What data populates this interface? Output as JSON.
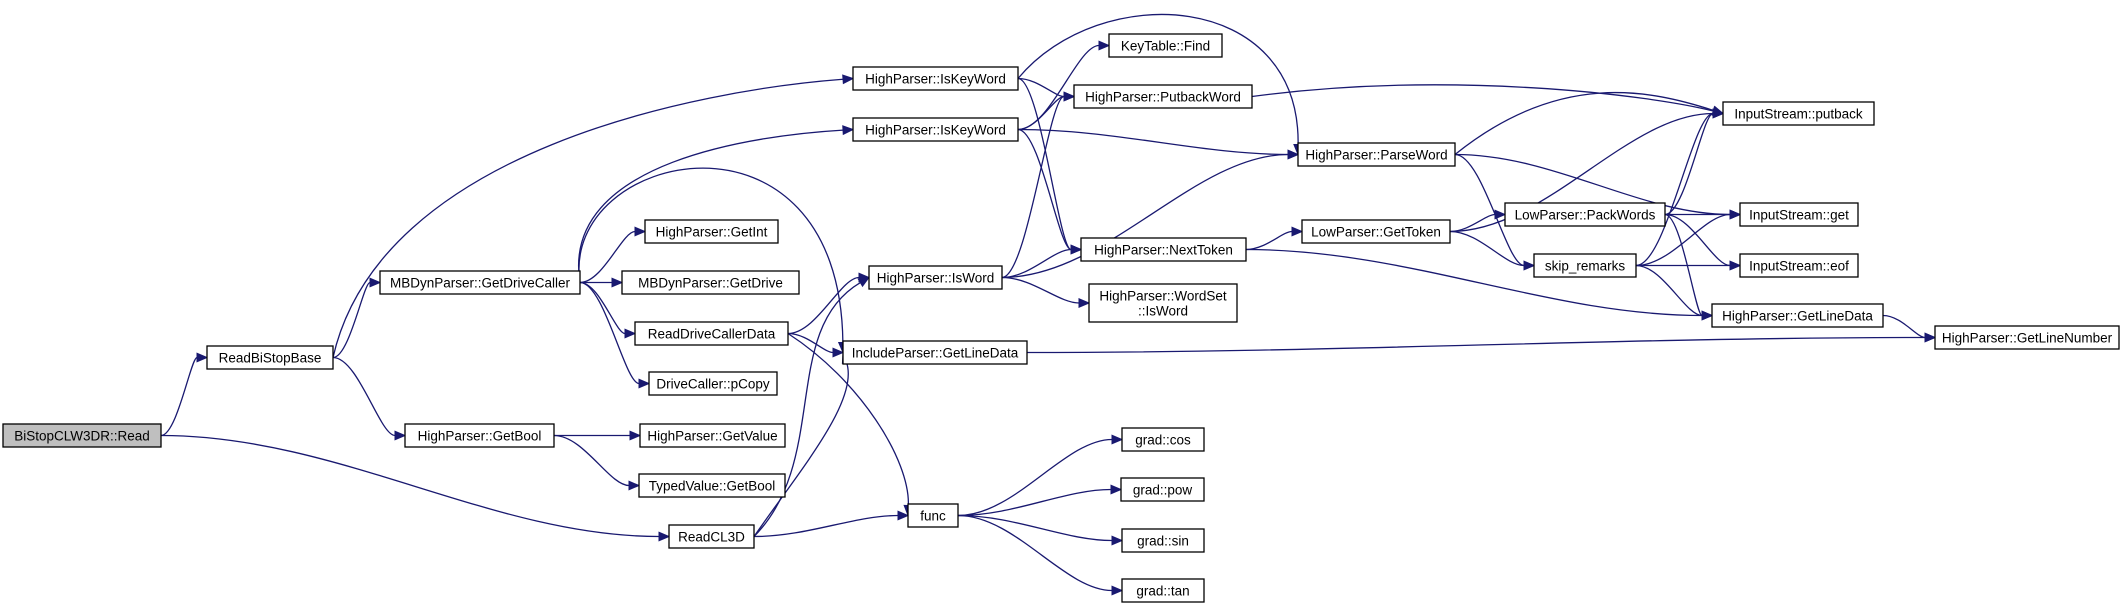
{
  "title": "",
  "colors": {
    "edge": "#191970",
    "node_border": "#000000",
    "root_fill": "#bfbfbf",
    "node_fill": "#ffffff"
  },
  "nodes": {
    "root": [
      "BiStopCLW3DR::Read"
    ],
    "readbistopbase": [
      "ReadBiStopBase"
    ],
    "readcl3d": [
      "ReadCL3D"
    ],
    "getdrivecaller": [
      "MBDynParser::GetDriveCaller"
    ],
    "getbool": [
      "HighParser::GetBool"
    ],
    "iskeyword1": [
      "HighParser::IsKeyWord"
    ],
    "iskeyword2": [
      "HighParser::IsKeyWord"
    ],
    "getint": [
      "HighParser::GetInt"
    ],
    "getdrive": [
      "MBDynParser::GetDrive"
    ],
    "readdrivecallerdata": [
      "ReadDriveCallerData"
    ],
    "pcopy": [
      "DriveCaller::pCopy"
    ],
    "getvalue": [
      "HighParser::GetValue"
    ],
    "typedgetbool": [
      "TypedValue::GetBool"
    ],
    "func": [
      "func"
    ],
    "isword": [
      "HighParser::IsWord"
    ],
    "includegetlinedata": [
      "IncludeParser::GetLineData"
    ],
    "keytablefind": [
      "KeyTable::Find"
    ],
    "putbackword": [
      "HighParser::PutbackWord"
    ],
    "nexttoken": [
      "HighParser::NextToken"
    ],
    "wordsetisword": [
      "HighParser::WordSet",
      "::IsWord"
    ],
    "gradcos": [
      "grad::cos"
    ],
    "gradpow": [
      "grad::pow"
    ],
    "gradsin": [
      "grad::sin"
    ],
    "gradtan": [
      "grad::tan"
    ],
    "parseword": [
      "HighParser::ParseWord"
    ],
    "gettoken": [
      "LowParser::GetToken"
    ],
    "packwords": [
      "LowParser::PackWords"
    ],
    "skipremarks": [
      "skip_remarks"
    ],
    "putback": [
      "InputStream::putback"
    ],
    "get": [
      "InputStream::get"
    ],
    "eof": [
      "InputStream::eof"
    ],
    "highgetlinedata": [
      "HighParser::GetLineData"
    ],
    "getlinenumber": [
      "HighParser::GetLineNumber"
    ]
  },
  "edges": [
    [
      "root",
      "readbistopbase"
    ],
    [
      "root",
      "readcl3d"
    ],
    [
      "readbistopbase",
      "iskeyword1"
    ],
    [
      "readbistopbase",
      "getdrivecaller"
    ],
    [
      "readbistopbase",
      "getbool"
    ],
    [
      "getdrivecaller",
      "iskeyword2"
    ],
    [
      "getdrivecaller",
      "includegetlinedata"
    ],
    [
      "getdrivecaller",
      "getint"
    ],
    [
      "getdrivecaller",
      "getdrive"
    ],
    [
      "getdrivecaller",
      "readdrivecallerdata"
    ],
    [
      "getdrivecaller",
      "pcopy"
    ],
    [
      "getbool",
      "getvalue"
    ],
    [
      "getbool",
      "typedgetbool"
    ],
    [
      "readcl3d",
      "func"
    ],
    [
      "readcl3d",
      "isword"
    ],
    [
      "readcl3d",
      "includegetlinedata"
    ],
    [
      "readdrivecallerdata",
      "isword"
    ],
    [
      "readdrivecallerdata",
      "includegetlinedata"
    ],
    [
      "readdrivecallerdata",
      "func"
    ],
    [
      "iskeyword1",
      "parseword"
    ],
    [
      "iskeyword1",
      "putbackword"
    ],
    [
      "iskeyword1",
      "nexttoken"
    ],
    [
      "iskeyword2",
      "keytablefind"
    ],
    [
      "iskeyword2",
      "putbackword"
    ],
    [
      "iskeyword2",
      "parseword"
    ],
    [
      "iskeyword2",
      "nexttoken"
    ],
    [
      "isword",
      "putbackword"
    ],
    [
      "isword",
      "parseword"
    ],
    [
      "isword",
      "nexttoken"
    ],
    [
      "isword",
      "wordsetisword"
    ],
    [
      "includegetlinedata",
      "getlinenumber"
    ],
    [
      "func",
      "gradcos"
    ],
    [
      "func",
      "gradpow"
    ],
    [
      "func",
      "gradsin"
    ],
    [
      "func",
      "gradtan"
    ],
    [
      "putbackword",
      "putback"
    ],
    [
      "nexttoken",
      "gettoken"
    ],
    [
      "nexttoken",
      "highgetlinedata"
    ],
    [
      "parseword",
      "putback"
    ],
    [
      "parseword",
      "get"
    ],
    [
      "parseword",
      "skipremarks"
    ],
    [
      "gettoken",
      "putback"
    ],
    [
      "gettoken",
      "packwords"
    ],
    [
      "gettoken",
      "skipremarks"
    ],
    [
      "packwords",
      "putback"
    ],
    [
      "packwords",
      "get"
    ],
    [
      "packwords",
      "eof"
    ],
    [
      "packwords",
      "highgetlinedata"
    ],
    [
      "skipremarks",
      "putback"
    ],
    [
      "skipremarks",
      "get"
    ],
    [
      "skipremarks",
      "eof"
    ],
    [
      "skipremarks",
      "highgetlinedata"
    ],
    [
      "highgetlinedata",
      "getlinenumber"
    ]
  ]
}
